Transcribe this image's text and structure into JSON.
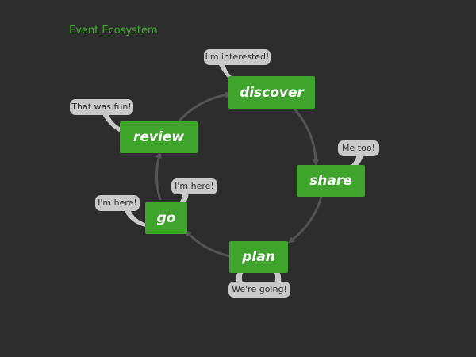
{
  "title": "Event Ecosystem",
  "colors": {
    "background": "#2e2d2d",
    "accent": "#3fa42c",
    "title": "#3fae2a",
    "bubble": "#c9c9c9",
    "ring": "#545454"
  },
  "stages": {
    "discover": "discover",
    "share": "share",
    "plan": "plan",
    "go": "go",
    "review": "review"
  },
  "bubbles": {
    "discover": "I'm interested!",
    "share": "Me too!",
    "plan": "We're going!",
    "go_left": "I'm here!",
    "go_right": "I'm here!",
    "review": "That was fun!"
  }
}
